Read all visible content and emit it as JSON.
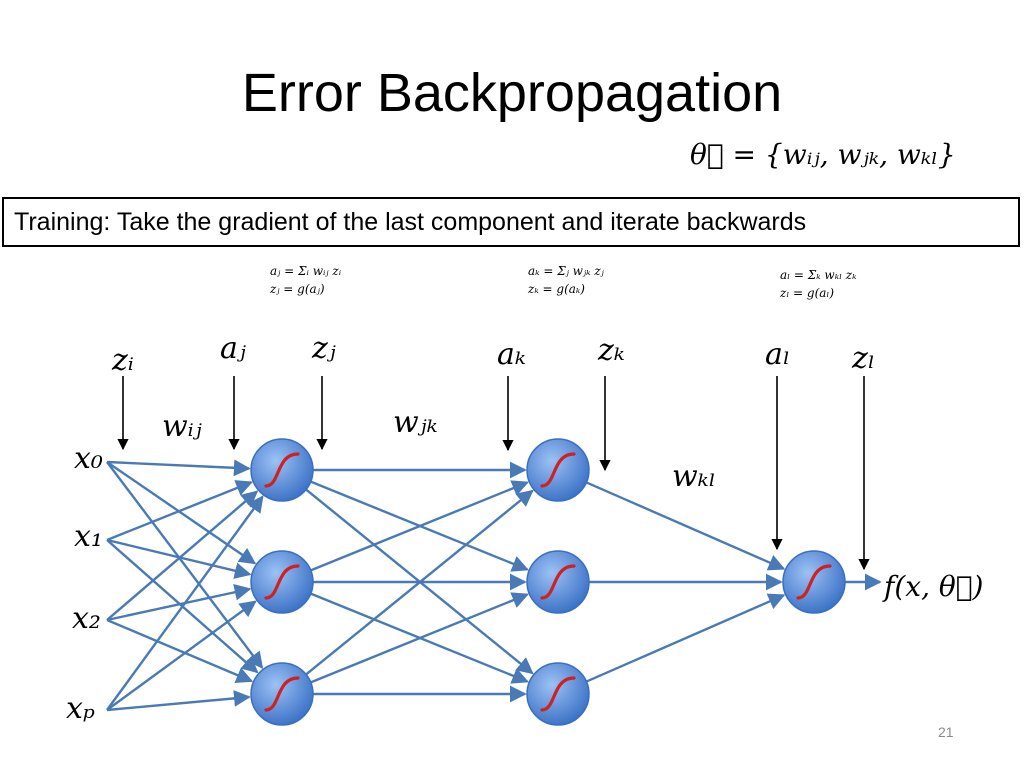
{
  "slide": {
    "title": "Error Backpropagation",
    "param_eq": "θ⃗ = {wᵢⱼ, wⱼₖ, wₖₗ}",
    "callout": "Training: Take the gradient of the last component and iterate backwards",
    "page_number": "21"
  },
  "equations": {
    "hidden1_a": "aⱼ = Σᵢ wᵢⱼ zᵢ",
    "hidden1_z": "zⱼ = g(aⱼ)",
    "hidden2_a": "aₖ = Σⱼ wⱼₖ zⱼ",
    "hidden2_z": "zₖ = g(aₖ)",
    "output_a": "aₗ = Σₖ wₖₗ zₖ",
    "output_z": "zₗ = g(aₗ)"
  },
  "labels": {
    "z_i": "zᵢ",
    "a_j": "aⱼ",
    "z_j": "zⱼ",
    "a_k": "aₖ",
    "z_k": "zₖ",
    "a_l": "aₗ",
    "z_l": "zₗ",
    "w_ij": "wᵢⱼ",
    "w_jk": "wⱼₖ",
    "w_kl": "wₖₗ",
    "x_0": "x₀",
    "x_1": "x₁",
    "x_2": "x₂",
    "x_P": "xₚ",
    "output": "f(x, θ⃗)"
  },
  "colors": {
    "edge": "#4a7ab5",
    "node": "#4f85d6",
    "sigmoid": "#d02020"
  }
}
